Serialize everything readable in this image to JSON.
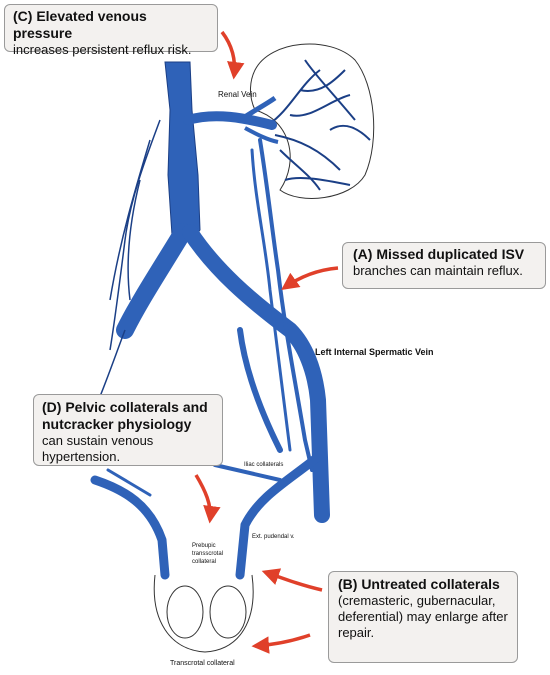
{
  "callouts": {
    "c": {
      "heading": "(C) Elevated venous pressure",
      "body": "increases persistent reflux risk."
    },
    "a": {
      "heading": "(A) Missed duplicated ISV",
      "body": "branches can maintain reflux."
    },
    "d": {
      "heading": "(D) Pelvic collaterals and nutcracker physiology",
      "body": "can sustain venous hypertension."
    },
    "b": {
      "heading": "(B) Untreated collaterals",
      "body": "(cremasteric, gubernacular, deferential) may enlarge after repair."
    }
  },
  "labels": {
    "renal_vein": "Renal Vein",
    "left_isv": "Left Internal Spermatic Vein",
    "iliac_collaterals": "Iliac collaterals",
    "ext_pudendal": "Ext. pudendal v.",
    "prebupic": "Prebupic transscrotal collateral",
    "transcrotal": "Transcrotal collateral"
  },
  "colors": {
    "vein": "#2f62b8",
    "vein_dark": "#1b3f86",
    "arrow": "#e0402a",
    "outline": "#333333",
    "callout_bg": "#f3f1ef"
  }
}
